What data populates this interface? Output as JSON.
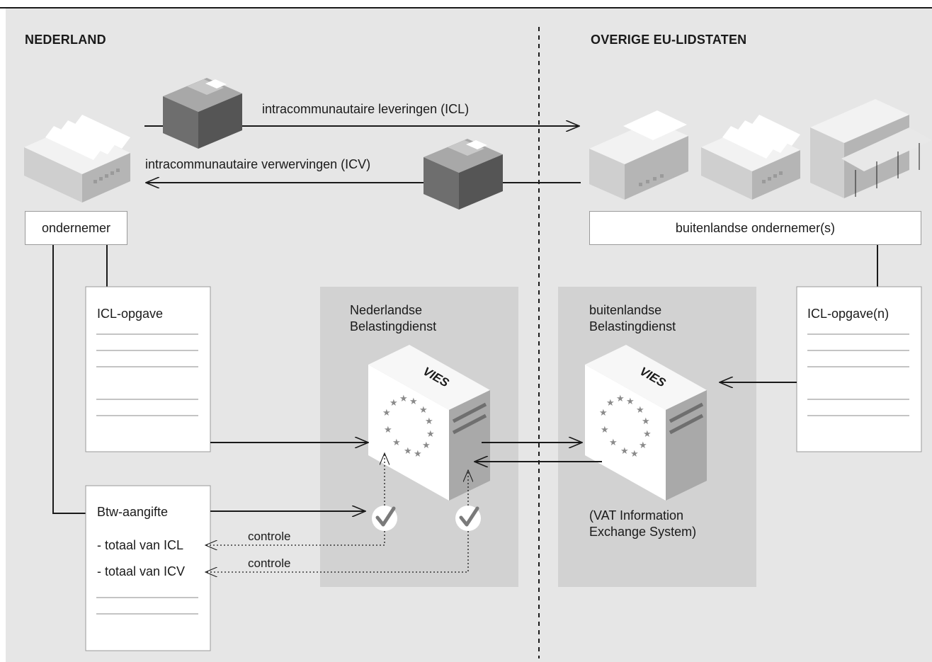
{
  "regions": {
    "left_title": "NEDERLAND",
    "right_title": "OVERIGE EU-LIDSTATEN"
  },
  "flows": {
    "icl": "intracommunautaire leveringen (ICL)",
    "icv": "intracommunautaire verwervingen (ICV)"
  },
  "boxes": {
    "ondernemer": "ondernemer",
    "buitenlandse_ondernemer": "buitenlandse ondernemer(s)"
  },
  "documents": {
    "icl_opgave": "ICL-opgave",
    "btw_aangifte": "Btw-aangifte",
    "btw_items": [
      "- totaal van ICL",
      "- totaal van ICV"
    ],
    "icl_opgaven": "ICL-opgave(n)"
  },
  "services": {
    "nl": [
      "Nederlandse",
      "Belastingdienst"
    ],
    "foreign": [
      "buitenlandse",
      "Belastingdienst"
    ],
    "server_label": "VIES",
    "vies_full": [
      "(VAT Information",
      "Exchange System)"
    ]
  },
  "checks": {
    "controle": "controle"
  },
  "colors": {
    "background": "#e6e6e6",
    "panel": "#d0d0d0",
    "box": "#ffffff",
    "line": "#1a1a1a",
    "package_dark": "#6b6b6b",
    "building_light": "#d9d9d9"
  }
}
